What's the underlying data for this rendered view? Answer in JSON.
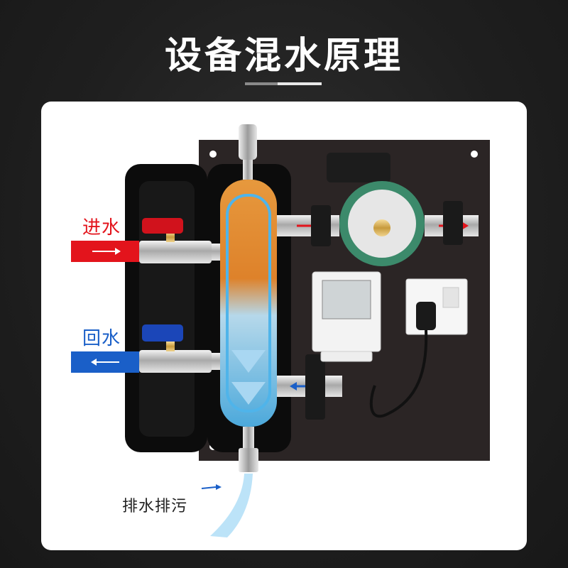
{
  "page": {
    "title": "设备混水原理"
  },
  "labels": {
    "inlet": "进水",
    "return": "回水",
    "drain": "排水排污"
  },
  "colors": {
    "inlet_arrow": "#e3141c",
    "return_arrow": "#1a5fc8",
    "background": "#1f1f1f",
    "panel": "#2b2525",
    "foam": "#0c0c0c",
    "pump": "#3c8a6b"
  },
  "icons": [
    "inlet-arrow-icon",
    "return-arrow-icon",
    "drain-arrow-icon",
    "red-valve-handle-icon",
    "blue-valve-handle-icon",
    "power-plug-icon",
    "wall-socket-icon",
    "thermostat-icon"
  ]
}
